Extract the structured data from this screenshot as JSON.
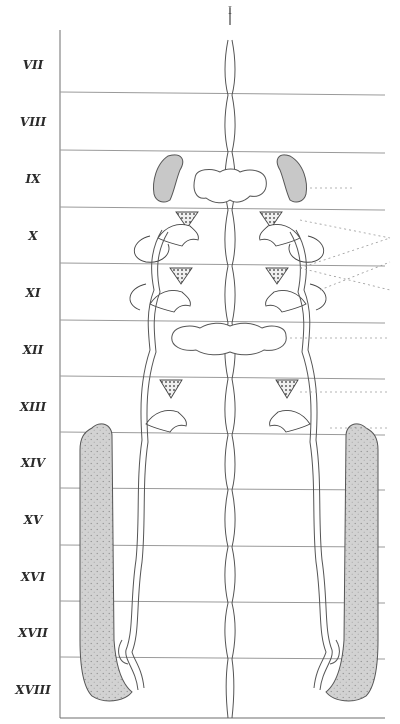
{
  "figure": {
    "top_mark": "I",
    "segments": [
      "VII",
      "VIII",
      "IX",
      "X",
      "XI",
      "XII",
      "XIII",
      "XIV",
      "XV",
      "XVI",
      "XVII",
      "XVIII"
    ]
  },
  "style": {
    "ink": "#2a2a2a",
    "line": "#6d6d6d",
    "faint_line": "#c9c9c9",
    "fill": "#cfcfcf",
    "stipple": "#8a8a8a",
    "background": "#ffffff"
  }
}
